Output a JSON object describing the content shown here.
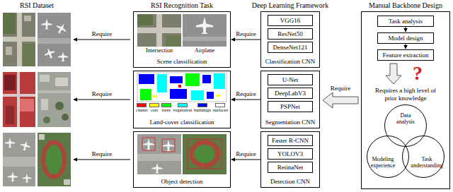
{
  "diagram": {
    "nodes": [
      {
        "text": [
          "Scene classification"
        ]
      },
      {
        "text": [
          "Land-cover classification"
        ]
      },
      {
        "text": [
          "Object detection"
        ]
      },
      {
        "text": [
          "Classification CNN"
        ]
      },
      {
        "text": [
          "VGG16"
        ],
        "in": 3
      },
      {
        "text": [
          "ResNet50"
        ],
        "in": 3
      },
      {
        "text": [
          "DenseNet121"
        ],
        "in": 3
      },
      {
        "text": [
          "Segmentation CNN"
        ]
      },
      {
        "text": [
          "U-Net"
        ],
        "in": 7
      },
      {
        "text": [
          "DeepLabV3"
        ],
        "in": 7
      },
      {
        "text": [
          "PSPNet"
        ],
        "in": 7
      },
      {
        "text": [
          "Detection CNN"
        ]
      },
      {
        "text": [
          "Faster R-CNN"
        ],
        "in": 11
      },
      {
        "text": [
          "YOLOV3"
        ],
        "in": 11
      },
      {
        "text": [
          "RetinaNet"
        ],
        "in": 11
      },
      {
        "text": [
          "Manual Backbone Design"
        ]
      },
      {
        "text": [
          "Task analysis"
        ],
        "in": 15
      },
      {
        "text": [
          "Model design"
        ],
        "in": 15
      },
      {
        "text": [
          "Feature extraction"
        ],
        "in": 15
      },
      {
        "text": [
          "Data analysis"
        ],
        "in": 15
      },
      {
        "text": [
          "Modeling experience"
        ],
        "in": 15
      },
      {
        "text": [
          "Task understanding"
        ],
        "in": 15
      }
    ],
    "edges": [
      {
        "from": 3,
        "to": 0,
        "label": "Require",
        "arrow": "to"
      },
      {
        "from": 7,
        "to": 1,
        "label": "Require",
        "arrow": "to"
      },
      {
        "from": 11,
        "to": 2,
        "label": "Require",
        "arrow": "to"
      },
      {
        "from": 16,
        "to": 17,
        "arrow": "to"
      },
      {
        "from": 17,
        "to": 18,
        "arrow": "to"
      }
    ],
    "labels": [
      "RSI Dataset",
      "RSI Recognition Task",
      "Deep Learning Framework",
      "Require",
      "Require",
      "Require",
      "Intersection",
      "Airplane",
      "Require",
      "?",
      "Requires a high level of prior knowledge"
    ],
    "legend": [
      {
        "text": "clutter",
        "color": "#ff0000"
      },
      {
        "text": "cars",
        "color": "#ffff00"
      },
      {
        "text": "trees",
        "color": "#00ff00"
      },
      {
        "text": "vegetation",
        "color": "#00ffff"
      },
      {
        "text": "buildings",
        "color": "#0000ff"
      },
      {
        "text": "surfaces",
        "color": "#ffffff"
      }
    ]
  }
}
